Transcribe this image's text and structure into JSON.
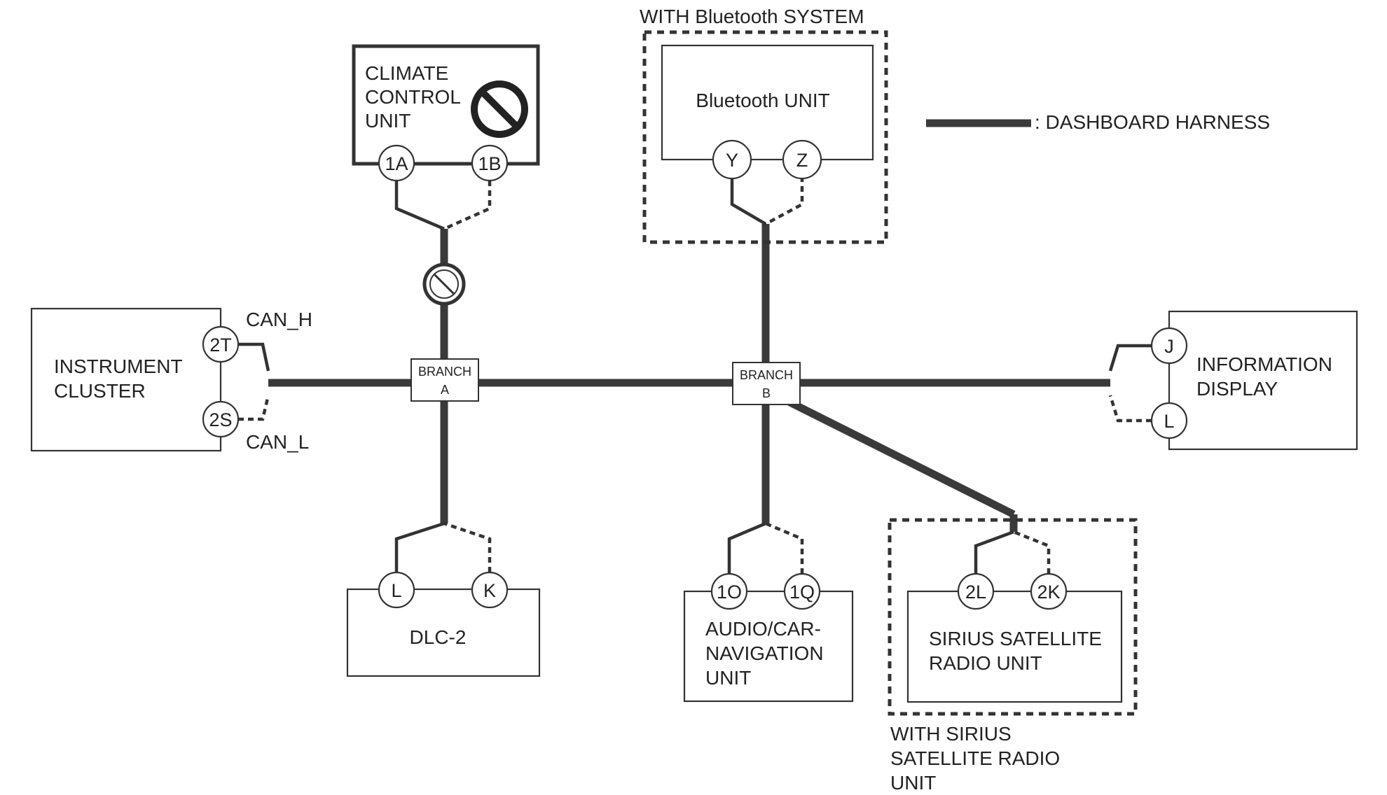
{
  "legend": {
    "label": ": DASHBOARD HARNESS"
  },
  "groups": {
    "bluetooth": "WITH Bluetooth SYSTEM",
    "sirius": [
      "WITH SIRIUS",
      "SATELLITE RADIO",
      "UNIT"
    ]
  },
  "units": {
    "climate": [
      "CLIMATE",
      "CONTROL",
      "UNIT"
    ],
    "bluetooth": "Bluetooth UNIT",
    "instrument": [
      "INSTRUMENT",
      "CLUSTER"
    ],
    "info_display": [
      "INFORMATION",
      "DISPLAY"
    ],
    "dlc": "DLC-2",
    "audio": [
      "AUDIO/CAR-",
      "NAVIGATION",
      "UNIT"
    ],
    "sirius": [
      "SIRIUS SATELLITE",
      "RADIO UNIT"
    ]
  },
  "connectors": {
    "climate_h": "1A",
    "climate_l": "1B",
    "bt_h": "Y",
    "bt_l": "Z",
    "ic_h": "2T",
    "ic_l": "2S",
    "info_h": "J",
    "info_l": "L",
    "dlc_h": "L",
    "dlc_l": "K",
    "audio_h": "1O",
    "audio_l": "1Q",
    "sirius_h": "2L",
    "sirius_l": "2K"
  },
  "signals": {
    "can_h": "CAN_H",
    "can_l": "CAN_L"
  },
  "branches": {
    "a": [
      "BRANCH",
      "A"
    ],
    "b": [
      "BRANCH",
      "B"
    ]
  }
}
